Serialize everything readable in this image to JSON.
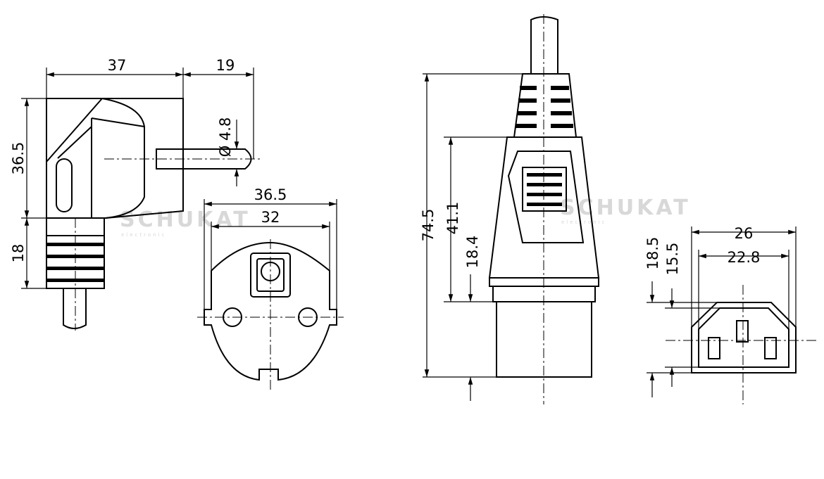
{
  "watermarks": [
    {
      "brand": "SCHUKAT",
      "sub": "electronic"
    },
    {
      "brand": "SCHUKAT",
      "sub": "electronic"
    }
  ],
  "plug_side": {
    "width": "37",
    "pin_length": "19",
    "pin_dia": "Ø 4.8",
    "height": "36.5",
    "grip": "18"
  },
  "plug_face": {
    "outer": "36.5",
    "inner": "32"
  },
  "connector_side": {
    "total": "74.5",
    "body": "41.1",
    "head": "18.4"
  },
  "connector_face": {
    "outer_w": "26",
    "inner_w": "22.8",
    "outer_h": "18.5",
    "inner_h": "15.5"
  }
}
